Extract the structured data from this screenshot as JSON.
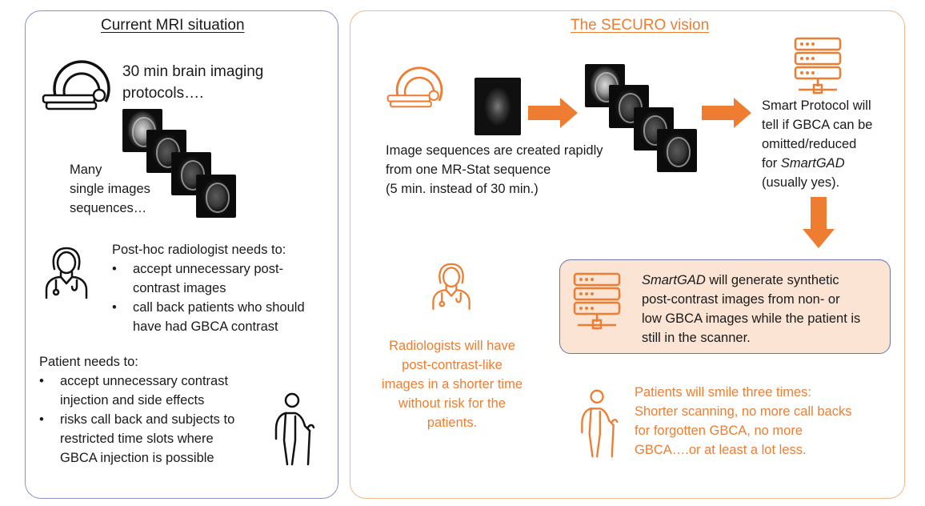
{
  "left": {
    "title": "Current MRI situation",
    "protocol_line1": "30 min brain imaging",
    "protocol_line2": "protocols….",
    "many_lines": [
      "Many",
      "single images",
      "sequences…"
    ],
    "radiologist_heading": "Post-hoc radiologist needs to:",
    "radiologist_items": [
      {
        "line1": "accept unnecessary post-",
        "line2": "contrast images"
      },
      {
        "line1": "call back patients who should",
        "line2": "have had GBCA contrast"
      }
    ],
    "patient_heading": "Patient needs to:",
    "patient_items": [
      {
        "line1": "accept unnecessary contrast",
        "line2": "injection and side effects"
      },
      {
        "line1": "risks call back and subjects to",
        "line2": "restricted time slots where",
        "line3": "GBCA injection is possible"
      }
    ]
  },
  "right": {
    "title": "The SECURO vision",
    "sequence_lines": [
      "Image sequences are created rapidly",
      "from one MR-Stat sequence",
      "(5 min. instead of 30 min.)"
    ],
    "smart_protocol_lines": [
      "Smart Protocol will",
      "tell if GBCA can be",
      "omitted/reduced",
      "for ",
      "(usually yes)."
    ],
    "smartgad_name": "SmartGAD",
    "synth_lines": [
      " will generate synthetic",
      "post-contrast images from non- or",
      "low GBCA images while the patient is",
      "still in the scanner."
    ],
    "radiologists_lines": [
      "Radiologists will have",
      "post-contrast-like",
      "images in a shorter time",
      "without risk for the",
      "patients."
    ],
    "patients_lines": [
      "Patients will smile three times:",
      "Shorter scanning, no more call backs",
      "for forgotten GBCA, no more",
      "GBCA….or at least a lot less."
    ]
  },
  "colors": {
    "orange": "#ee7d31",
    "left_border": "#8a93c9",
    "right_border": "#f2b88e",
    "synth_fill": "#fbe4d4"
  },
  "icons": [
    "mri-scanner-icon",
    "doctor-icon",
    "elderly-patient-icon",
    "server-icon",
    "arrow-right-icon",
    "arrow-down-icon"
  ]
}
